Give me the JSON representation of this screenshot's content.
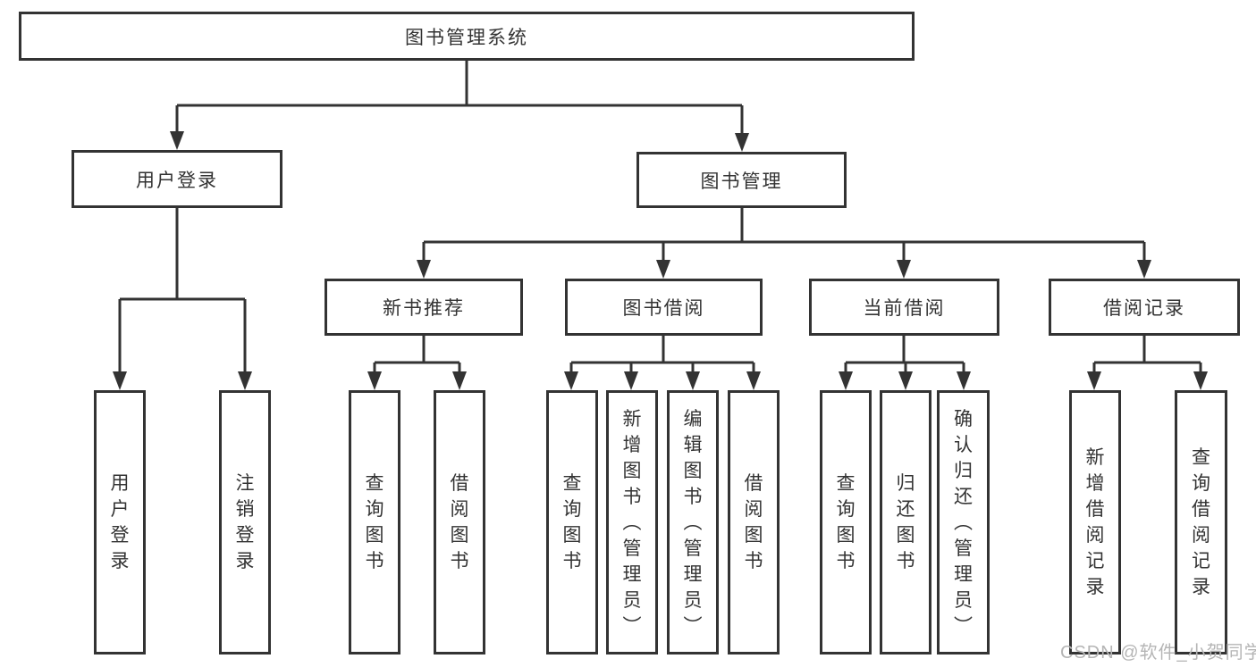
{
  "tree": {
    "root": "图书管理系统",
    "branches": [
      {
        "label": "用户登录",
        "children": [
          "用户登录",
          "注销登录"
        ]
      },
      {
        "label": "图书管理",
        "groups": [
          {
            "label": "新书推荐",
            "children": [
              "查询图书",
              "借阅图书"
            ]
          },
          {
            "label": "图书借阅",
            "children": [
              "查询图书",
              "新增图书（管理员）",
              "编辑图书（管理员）",
              "借阅图书"
            ]
          },
          {
            "label": "当前借阅",
            "children": [
              "查询图书",
              "归还图书",
              "确认归还（管理员）"
            ]
          },
          {
            "label": "借阅记录",
            "children": [
              "新增借阅记录",
              "查询借阅记录"
            ]
          }
        ]
      }
    ]
  },
  "watermark": "CSDN @软件_小贺同学",
  "colors": {
    "line": "#333333",
    "text": "#333333",
    "watermark": "#b5b5b5",
    "background": "#ffffff"
  }
}
